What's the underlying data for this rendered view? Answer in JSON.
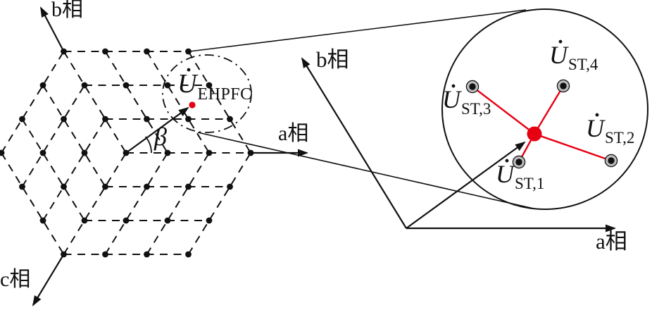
{
  "colors": {
    "background": "#ffffff",
    "ink": "#111111",
    "red": "#e60012",
    "satellite_ring": "#bdbdbd"
  },
  "left_diagram": {
    "axis_a_label": "a相",
    "axis_b_label": "b相",
    "axis_c_label": "c相",
    "angle_label": "β",
    "vector_label": {
      "symbol": "U",
      "overdot": "·",
      "subscript": "EHPFC"
    },
    "lattice": {
      "row_dot_counts": [
        4,
        5,
        6,
        7,
        6,
        5,
        4
      ]
    }
  },
  "right_diagram": {
    "axis_a_label": "a相",
    "axis_b_label": "b相",
    "branch_labels": [
      {
        "symbol": "U",
        "overdot": "·",
        "subscript": "ST,1"
      },
      {
        "symbol": "U",
        "overdot": "·",
        "subscript": "ST,2"
      },
      {
        "symbol": "U",
        "overdot": "·",
        "subscript": "ST,3"
      },
      {
        "symbol": "U",
        "overdot": "·",
        "subscript": "ST,4"
      }
    ]
  }
}
